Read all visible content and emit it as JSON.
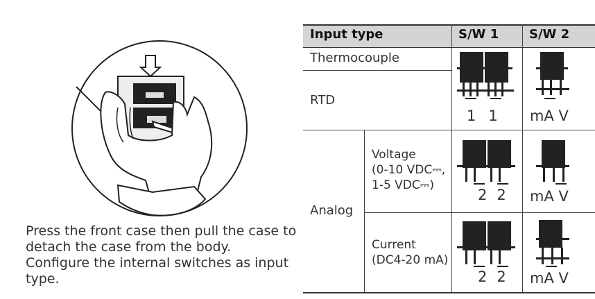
{
  "caption": [
    "Press the front case then pull the case to",
    "detach the case from the body.",
    "Configure the internal switches as input",
    "type."
  ],
  "table": {
    "headers": [
      "Input type",
      "S/W 1",
      "S/W 2"
    ],
    "rows": {
      "thermocouple": "Thermocouple",
      "rtd": "RTD",
      "analog": "Analog",
      "voltage_lines": [
        "Voltage",
        "(0-10 VDC⎓,",
        " 1-5 VDC⎓)"
      ],
      "current_lines": [
        "Current",
        "(DC4-20 mA)"
      ]
    },
    "switch_labels": {
      "tc_rtd_sw1": [
        "1",
        "1"
      ],
      "analog_sw1": [
        "2",
        "2"
      ],
      "sw2": [
        "mA",
        "V"
      ]
    }
  }
}
